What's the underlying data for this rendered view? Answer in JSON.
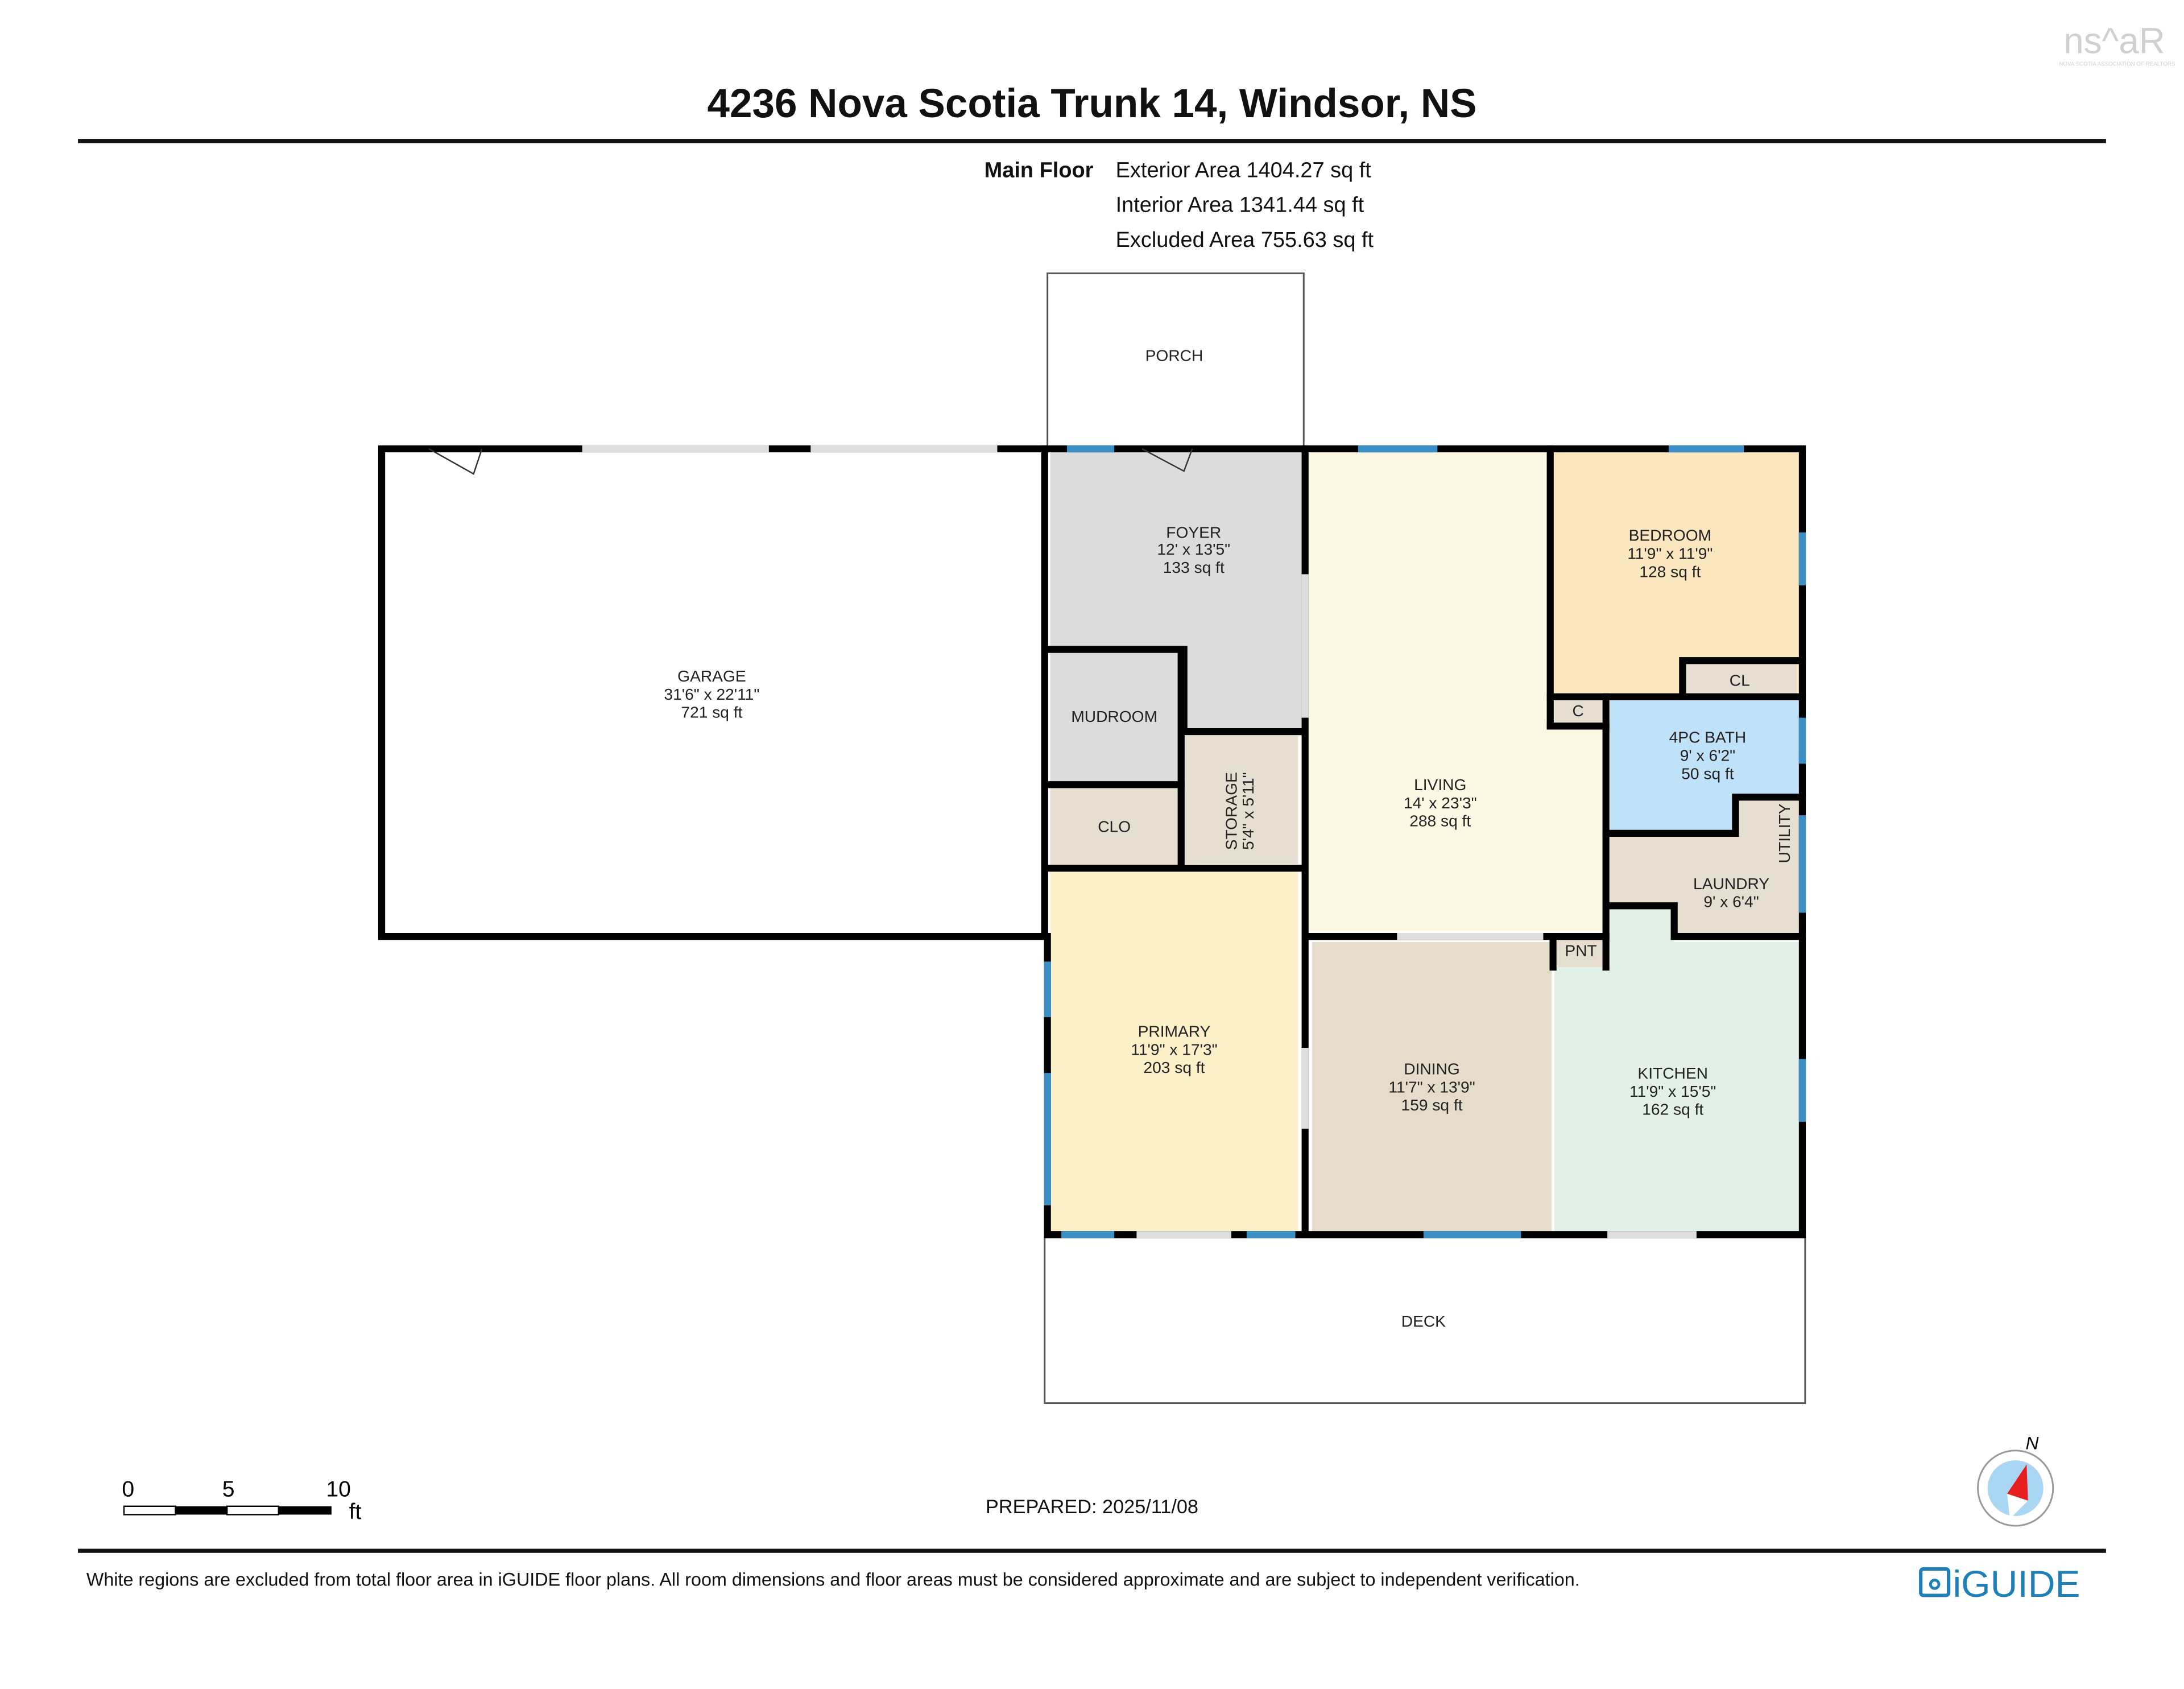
{
  "header": {
    "title": "4236 Nova Scotia Trunk 14, Windsor, NS",
    "logo_text": "NSAR",
    "logo_subtitle": "NOVA SCOTIA ASSOCIATION OF REALTORS"
  },
  "summary": {
    "floor_name": "Main Floor",
    "exterior_area": "Exterior Area 1404.27 sq ft",
    "interior_area": "Interior Area 1341.44 sq ft",
    "excluded_area": "Excluded Area 755.63 sq ft"
  },
  "rooms": {
    "porch": {
      "name": "PORCH",
      "color": "#ffffff"
    },
    "garage": {
      "name": "GARAGE",
      "dims": "31'6\" x 22'11\"",
      "area": "721 sq ft",
      "color": "#ffffff"
    },
    "foyer": {
      "name": "FOYER",
      "dims": "12' x 13'5\"",
      "area": "133 sq ft",
      "color": "#dcdcdc"
    },
    "mudroom": {
      "name": "MUDROOM",
      "color": "#dcdcdc"
    },
    "storage": {
      "name": "STORAGE",
      "dims": "5'4\" x 5'11\"",
      "color": "#e6ded1"
    },
    "clo": {
      "name": "CLO",
      "color": "#e6ded1"
    },
    "primary": {
      "name": "PRIMARY",
      "dims": "11'9\" x 17'3\"",
      "area": "203 sq ft",
      "color": "#fcf0c9"
    },
    "living": {
      "name": "LIVING",
      "dims": "14' x 23'3\"",
      "area": "288 sq ft",
      "color": "#fdf8e3"
    },
    "bedroom": {
      "name": "BEDROOM",
      "dims": "11'9\" x 11'9\"",
      "area": "128 sq ft",
      "color": "#fbe7bf"
    },
    "cl": {
      "name": "CL",
      "color": "#e6ded1"
    },
    "c": {
      "name": "C",
      "color": "#e6ded1"
    },
    "bath": {
      "name": "4PC BATH",
      "dims": "9' x 6'2\"",
      "area": "50 sq ft",
      "color": "#bfe2f8"
    },
    "utility": {
      "name": "UTILITY"
    },
    "laundry": {
      "name": "LAUNDRY",
      "dims": "9' x 6'4\"",
      "color": "#e6ded1"
    },
    "pnt": {
      "name": "PNT",
      "color": "#e6ded1"
    },
    "dining": {
      "name": "DINING",
      "dims": "11'7\" x 13'9\"",
      "area": "159 sq ft",
      "color": "#e6dccb"
    },
    "kitchen": {
      "name": "KITCHEN",
      "dims": "11'9\" x 15'5\"",
      "area": "162 sq ft",
      "color": "#e2f0e7"
    },
    "deck": {
      "name": "DECK",
      "color": "#ffffff"
    }
  },
  "scale_bar": {
    "labels": [
      "0",
      "5",
      "10"
    ],
    "unit": "ft"
  },
  "prepared": "PREPARED: 2025/11/08",
  "compass": {
    "label": "N"
  },
  "footer": {
    "disclaimer": "White regions are excluded from total floor area in iGUIDE floor plans. All room dimensions and floor areas must be considered approximate and are subject to independent verification.",
    "brand": "iGUIDE",
    "brand_color": "#1f7fb8"
  },
  "colors": {
    "wall": "#000000",
    "window": "#3b8fc4"
  }
}
